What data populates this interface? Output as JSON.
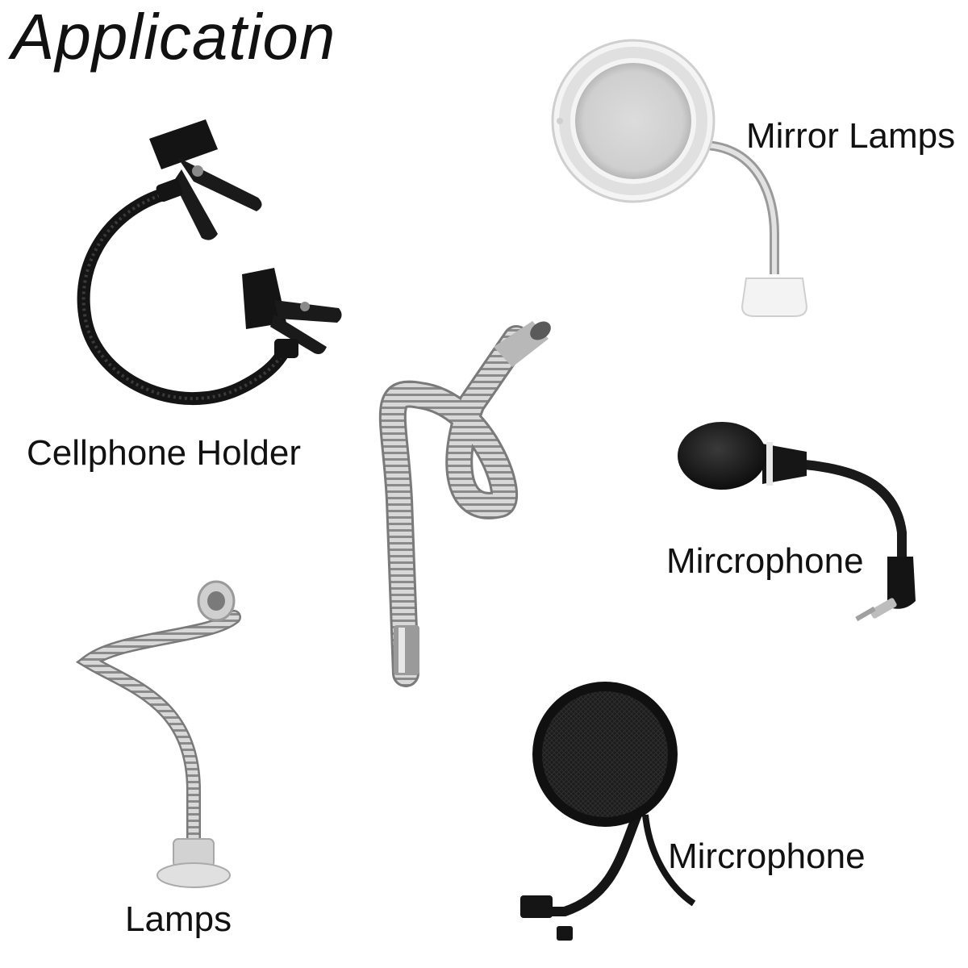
{
  "header": {
    "title": "Application"
  },
  "items": {
    "mirror_lamps": "Mirror Lamps",
    "cellphone_holder": "Cellphone Holder",
    "microphone_top": "Mircrophone",
    "microphone_bottom": "Mircrophone",
    "lamps": "Lamps"
  },
  "colors": {
    "background": "#ffffff",
    "text": "#111111",
    "black_part": "#141414",
    "chrome": "#c8c8c8",
    "chrome_dark": "#7a7a7a"
  }
}
